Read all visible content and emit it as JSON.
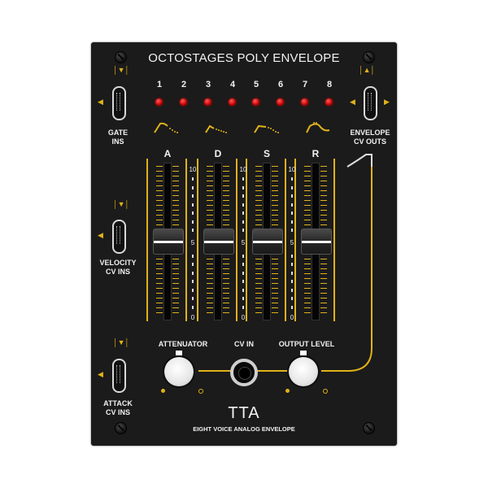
{
  "module": {
    "title": "OCTOSTAGES POLY ENVELOPE",
    "brand": "TTA",
    "tagline": "EIGHT VOICE ANALOG ENVELOPE",
    "accent_color": "#e0b21a",
    "led_color": "#e00000"
  },
  "channels": {
    "labels": [
      "1",
      "2",
      "3",
      "4",
      "5",
      "6",
      "7",
      "8"
    ]
  },
  "jacks": {
    "gate_label_1": "GATE",
    "gate_label_2": "INS",
    "velocity_label_1": "VELOCITY",
    "velocity_label_2": "CV INS",
    "attack_label_1": "ATTACK",
    "attack_label_2": "CV INS",
    "envelope_label_1": "ENVELOPE",
    "envelope_label_2": "CV OUTS"
  },
  "faders": [
    {
      "letter": "A",
      "value": 5
    },
    {
      "letter": "D",
      "value": 5
    },
    {
      "letter": "S",
      "value": 5
    },
    {
      "letter": "R",
      "value": 5
    }
  ],
  "scale": {
    "top": "10",
    "mid": "5",
    "bottom": "0"
  },
  "controls": {
    "attenuator_label": "ATTENUATOR",
    "cv_in_label": "CV IN",
    "output_level_label": "OUTPUT LEVEL"
  }
}
